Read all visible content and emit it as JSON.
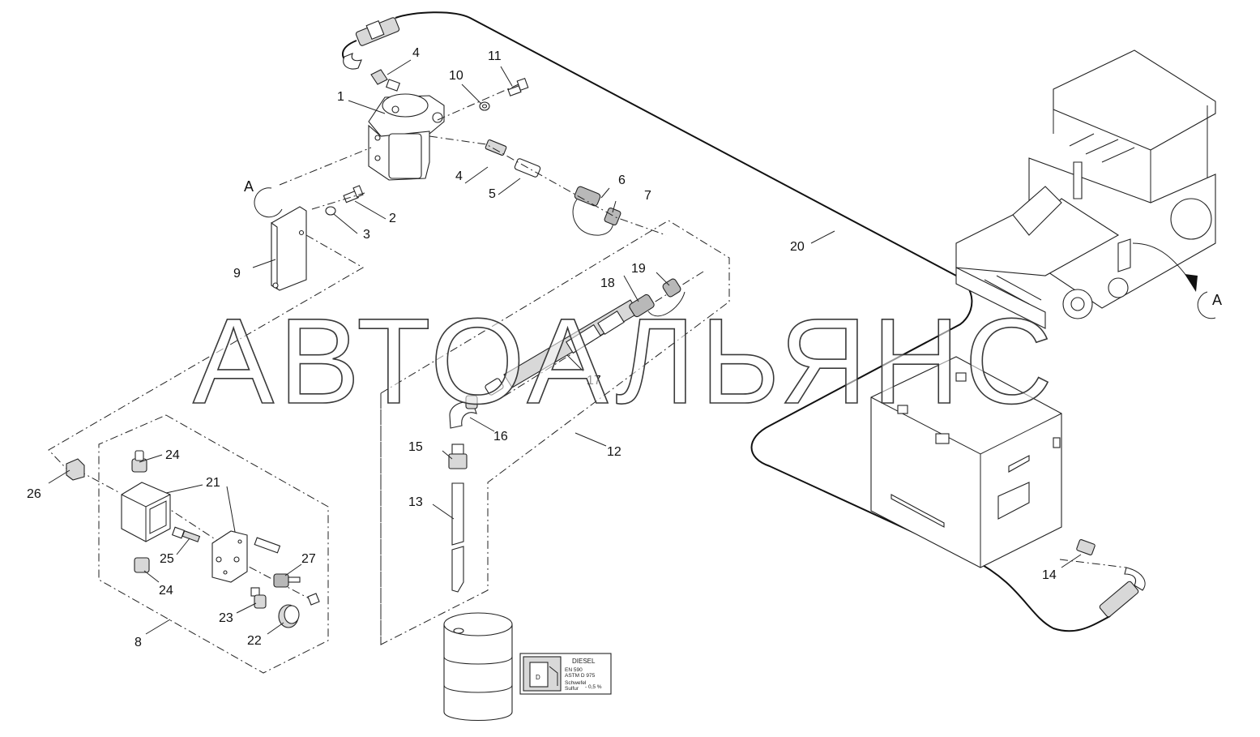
{
  "callouts": [
    "1",
    "2",
    "3",
    "4",
    "4",
    "5",
    "6",
    "7",
    "8",
    "9",
    "10",
    "11",
    "12",
    "13",
    "14",
    "15",
    "16",
    "17",
    "18",
    "19",
    "20",
    "21",
    "22",
    "23",
    "24",
    "24",
    "25",
    "26",
    "27"
  ],
  "view_marker": "A",
  "watermark": "АВТОАЛЬЯНС",
  "decal": {
    "title": "DIESEL",
    "spec_line1": "EN 590",
    "spec_line2": "ASTM D 975",
    "sulfur_label_de": "Schwefel",
    "sulfur_label_en": "Sulfur",
    "sulfur_value": "- 0,5 %",
    "pump_letter": "D"
  }
}
